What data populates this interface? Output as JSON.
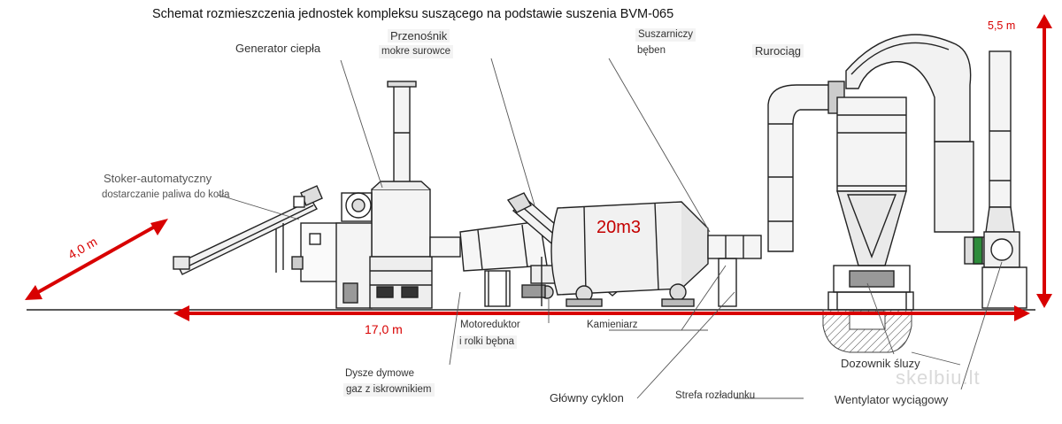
{
  "title": "Schemat rozmieszczenia jednostek kompleksu suszącego na podstawie suszenia BVM-065",
  "labels": {
    "generator": "Generator ciepła",
    "conveyor_1": "Przenośnik",
    "conveyor_2": "mokre surowce",
    "drum_1": "Suszarniczy",
    "drum_2": "bęben",
    "pipeline": "Rurociąg",
    "stoker_1": "Stoker-automatyczny",
    "stoker_2": "dostarczanie paliwa do kotła",
    "motor_1": "Motoreduktor",
    "motor_2": "i rolki bębna",
    "stone": "Kamieniarz",
    "nozzles_1": "Dysze dymowe",
    "nozzles_2": "gaz z iskrownikiem",
    "cyclone": "Główny cyklon",
    "unload": "Strefa rozładunku",
    "sluice": "Dozownik śluzy",
    "fan": "Wentylator wyciągowy"
  },
  "dimensions": {
    "height": "5,5 m",
    "diagonal": "4,0 m",
    "length": "17,0 m"
  },
  "volume": "20m3",
  "watermark": "skelbiu.lt",
  "colors": {
    "dimension": "#d80000",
    "drawing": "#222222",
    "label": "#333333"
  }
}
